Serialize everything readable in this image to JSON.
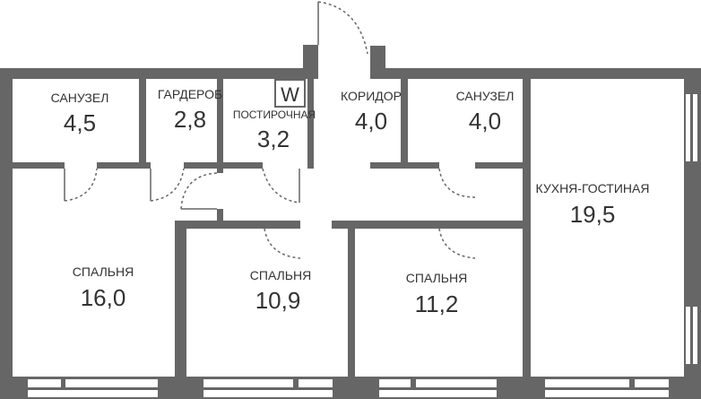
{
  "plan": {
    "wall_color": "#666666",
    "rooms": [
      {
        "name": "САНУЗЕЛ",
        "area": "4,5"
      },
      {
        "name": "ГАРДЕРОБ",
        "area": "2,8"
      },
      {
        "name": "ПОСТИРОЧНАЯ",
        "area": "3,2"
      },
      {
        "name": "КОРИДОР",
        "area": "4,0"
      },
      {
        "name": "САНУЗЕЛ",
        "area": "4,0"
      },
      {
        "name": "КУХНЯ-ГОСТИНАЯ",
        "area": "19,5"
      },
      {
        "name": "СПАЛЬНЯ",
        "area": "16,0"
      },
      {
        "name": "СПАЛЬНЯ",
        "area": "10,9"
      },
      {
        "name": "СПАЛЬНЯ",
        "area": "11,2"
      }
    ],
    "washer_label": "W"
  }
}
